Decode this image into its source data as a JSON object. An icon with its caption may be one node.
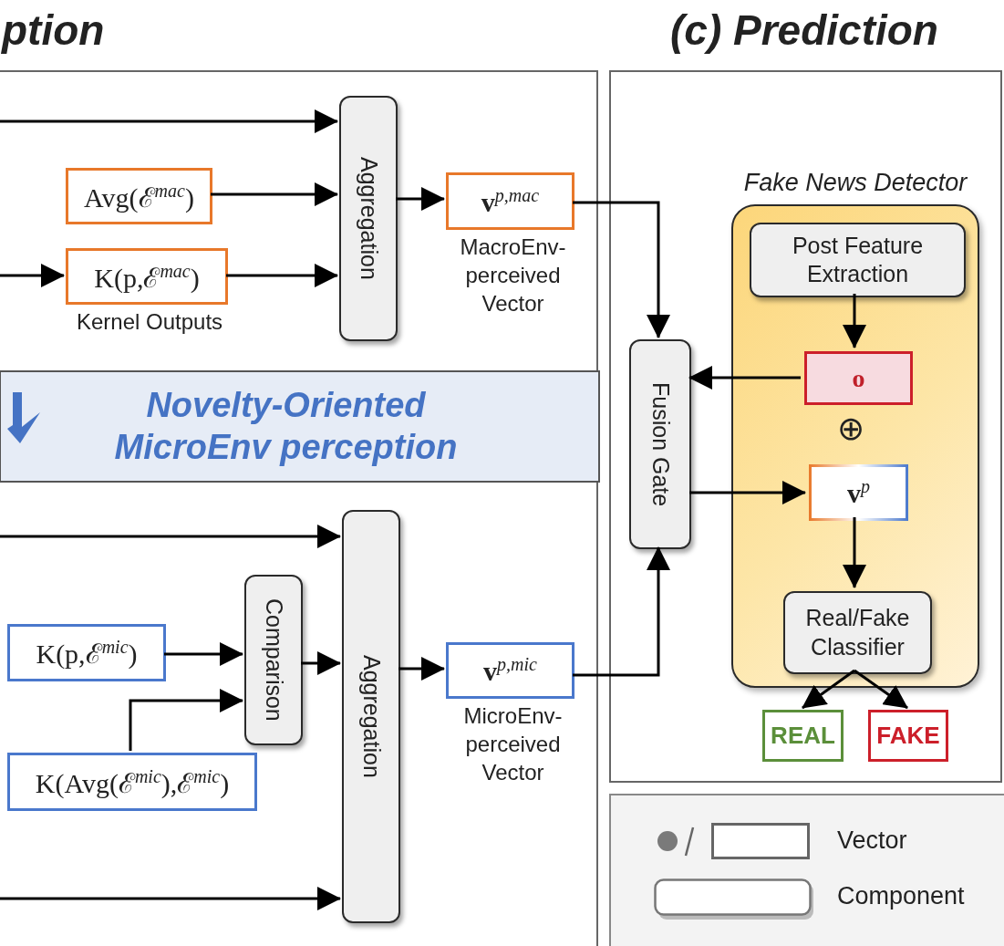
{
  "diagram": {
    "title": "(c) Prediction",
    "nodes": [
      {
        "text": [],
        "shape": "box"
      },
      {
        "text": [
          "Aggregation"
        ],
        "in": 0
      },
      {
        "text": [
          "Avg(ℰ$^{mac}$)"
        ],
        "in": 0
      },
      {
        "text": [
          "K(p,ℰ$^{mac}$)"
        ],
        "in": 0,
        "beside": [
          "Kernel Outputs"
        ]
      },
      {
        "text": [
          "**v**$^{p,mac}$"
        ],
        "in": 0,
        "beside": [
          "MacroEnv- perceived Vector"
        ]
      },
      {
        "text": [
          "Novelty-Oriented MicroEnv perception"
        ],
        "in": 0
      },
      {
        "text": [
          "Comparison"
        ],
        "in": 0
      },
      {
        "text": [
          "Aggregation"
        ],
        "in": 0
      },
      {
        "text": [
          "K(p,ℰ$^{mic}$)"
        ],
        "in": 0
      },
      {
        "text": [
          "K(Avg(ℰ$^{mic}$),ℰ$^{mic}$)"
        ],
        "in": 0
      },
      {
        "text": [
          "**v**$^{p,mic}$"
        ],
        "in": 0,
        "beside": [
          "MicroEnv- perceived Vector"
        ]
      },
      {
        "text": [],
        "shape": "box"
      },
      {
        "text": [
          "Fusion Gate"
        ],
        "in": 11
      },
      {
        "text": [
          "Fake News Detector"
        ],
        "in": 11
      },
      {
        "text": [
          "Post Feature Extraction"
        ],
        "in": 13
      },
      {
        "text": [
          "**o**"
        ],
        "in": 13
      },
      {
        "text": [
          "**v**$^{p}$"
        ],
        "in": 13
      },
      {
        "text": [
          "Real/Fake Classifier"
        ],
        "in": 13
      },
      {
        "text": [
          "REAL"
        ],
        "in": 11
      },
      {
        "text": [
          "FAKE"
        ],
        "in": 11
      }
    ],
    "edges": [
      {
        "from": null,
        "to": 1,
        "arrow": "to"
      },
      {
        "from": 2,
        "to": 1,
        "arrow": "to"
      },
      {
        "from": null,
        "to": 3,
        "arrow": "to"
      },
      {
        "from": 3,
        "to": 1,
        "arrow": "to"
      },
      {
        "from": 1,
        "to": 4,
        "arrow": "to"
      },
      {
        "from": 4,
        "to": 12,
        "arrow": "to"
      },
      {
        "from": null,
        "to": 7,
        "arrow": "to"
      },
      {
        "from": 8,
        "to": 6,
        "arrow": "to"
      },
      {
        "from": 9,
        "to": 6,
        "arrow": "to"
      },
      {
        "from": 6,
        "to": 7,
        "arrow": "to"
      },
      {
        "from": null,
        "to": 7,
        "arrow": "to"
      },
      {
        "from": 7,
        "to": 10,
        "arrow": "to"
      },
      {
        "from": 10,
        "to": 12,
        "arrow": "to"
      },
      {
        "from": 14,
        "to": 15,
        "arrow": "to"
      },
      {
        "from": 15,
        "to": 12,
        "arrow": "to"
      },
      {
        "from": 12,
        "to": 16,
        "arrow": "to"
      },
      {
        "from": 16,
        "to": 17,
        "arrow": "to"
      },
      {
        "from": 17,
        "to": 18,
        "arrow": "to"
      },
      {
        "from": 17,
        "to": 19,
        "arrow": "to"
      }
    ],
    "labels": [
      "ption",
      "⊕"
    ],
    "legend": [
      {
        "text": "Vector"
      },
      {
        "text": "Component"
      }
    ]
  }
}
